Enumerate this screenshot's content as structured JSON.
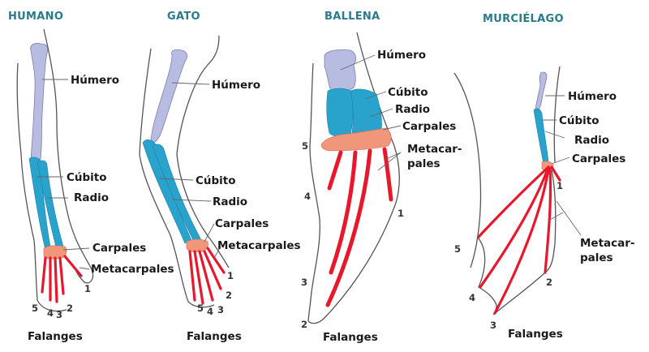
{
  "colors": {
    "title": "#2a7a8c",
    "humero": "#b8bce0",
    "cubito_radio": "#2aa3cc",
    "carpales": "#f0967a",
    "metacarpales_falanges": "#e8182c",
    "text": "#1a1a1a"
  },
  "panels": [
    {
      "title": "HUMANO",
      "labels": {
        "humero": "Húmero",
        "cubito": "Cúbito",
        "radio": "Radio",
        "carpales": "Carpales",
        "metacarpales": "Metacarpales",
        "falanges": "Falanges"
      },
      "digits": [
        "1",
        "2",
        "3",
        "4",
        "5"
      ]
    },
    {
      "title": "GATO",
      "labels": {
        "humero": "Húmero",
        "cubito": "Cúbito",
        "radio": "Radio",
        "carpales": "Carpales",
        "metacarpales": "Metacarpales",
        "falanges": "Falanges"
      },
      "digits": [
        "1",
        "2",
        "3",
        "4",
        "5"
      ]
    },
    {
      "title": "BALLENA",
      "labels": {
        "humero": "Húmero",
        "cubito": "Cúbito",
        "radio": "Radio",
        "carpales": "Carpales",
        "metacarpales_1": "Metacar-",
        "metacarpales_2": "pales",
        "falanges": "Falanges"
      },
      "digits": [
        "1",
        "2",
        "3",
        "4",
        "5"
      ]
    },
    {
      "title": "MURCIÉLAGO",
      "labels": {
        "humero": "Húmero",
        "cubito": "Cúbito",
        "radio": "Radio",
        "carpales": "Carpales",
        "metacarpales_1": "Metacar-",
        "metacarpales_2": "pales",
        "falanges": "Falanges"
      },
      "digits": [
        "1",
        "2",
        "3",
        "4",
        "5"
      ]
    }
  ]
}
